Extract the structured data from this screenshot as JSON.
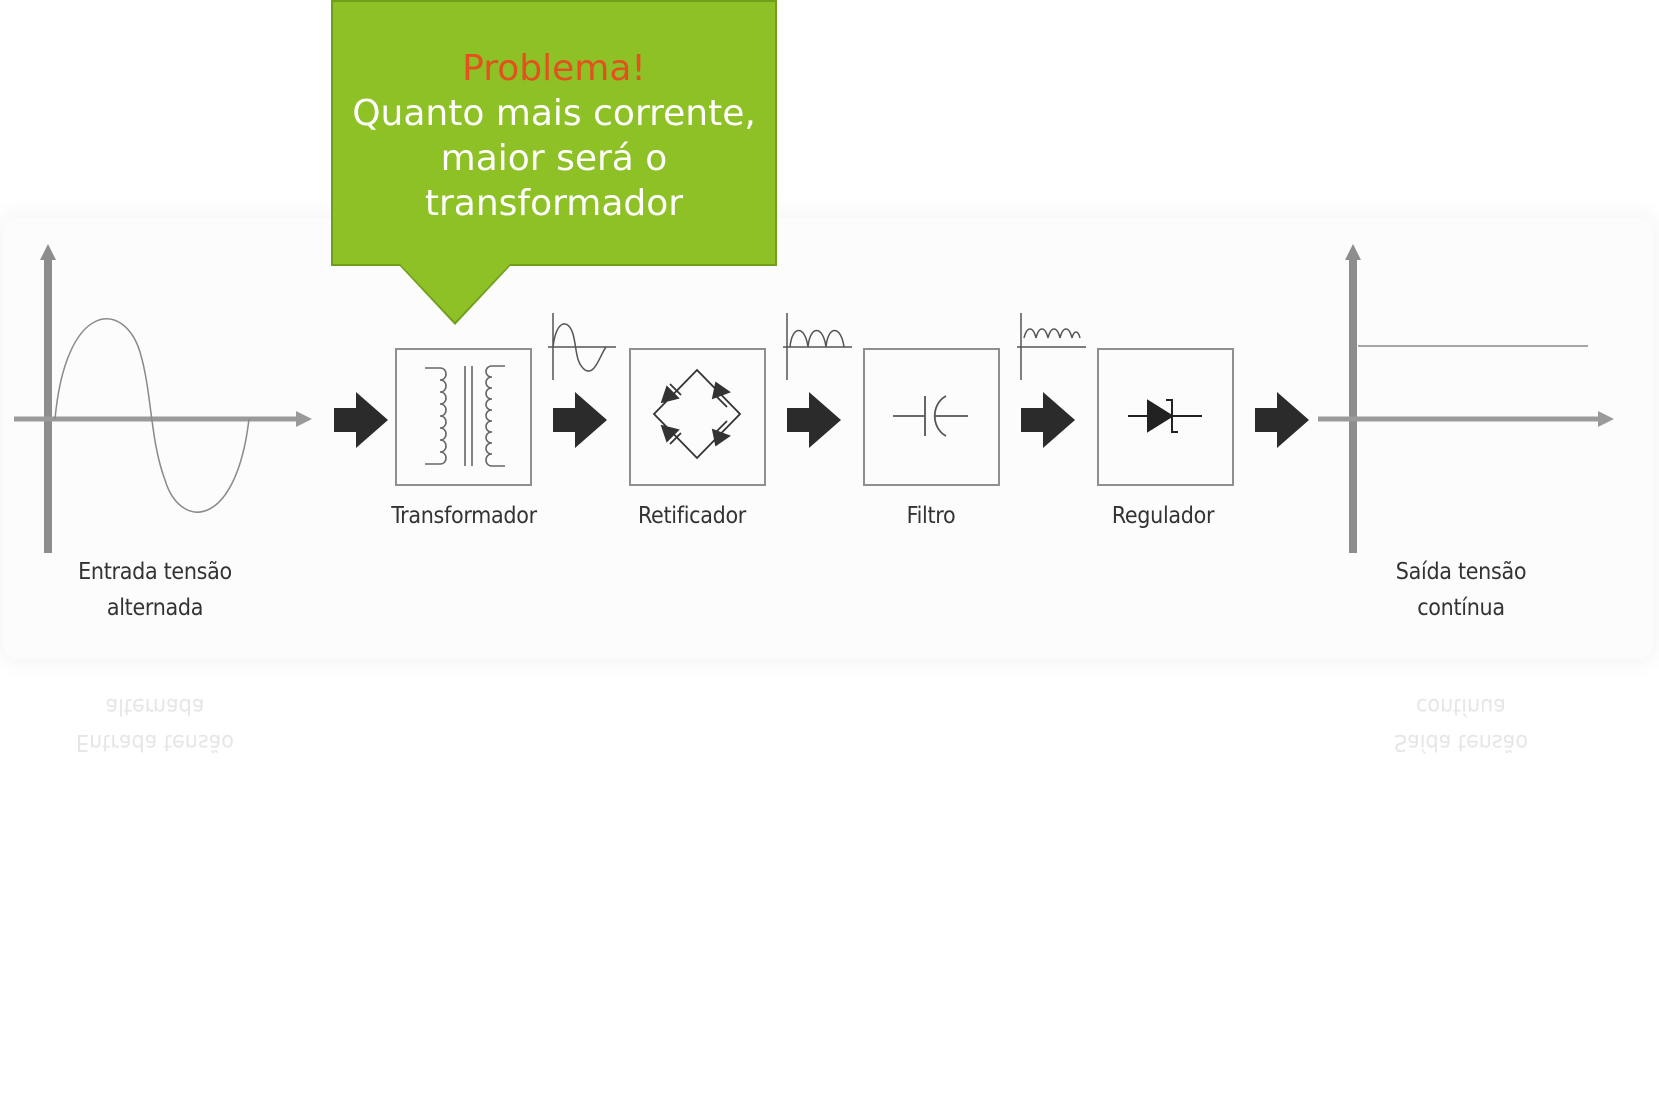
{
  "callout": {
    "heading": "Problema!",
    "body": "Quanto mais corrente, maior será o transformador",
    "colors": {
      "background": "#8dc125",
      "heading": "#e2511e",
      "text": "#ffffff"
    }
  },
  "stages": [
    {
      "label": "Transformador",
      "icon": "transformer-icon"
    },
    {
      "label": "Retificador",
      "icon": "bridge-rectifier-icon"
    },
    {
      "label": "Filtro",
      "icon": "capacitor-icon"
    },
    {
      "label": "Regulador",
      "icon": "zener-diode-icon"
    }
  ],
  "input": {
    "label_line1": "Entrada tensão",
    "label_line2": "alternada",
    "waveform": "sine"
  },
  "output": {
    "label_line1": "Saída tensão",
    "label_line2": "contínua",
    "waveform": "dc-level"
  },
  "waveform_insets": [
    "ac-sine-icon",
    "full-wave-rectified-icon",
    "filtered-ripple-icon"
  ]
}
